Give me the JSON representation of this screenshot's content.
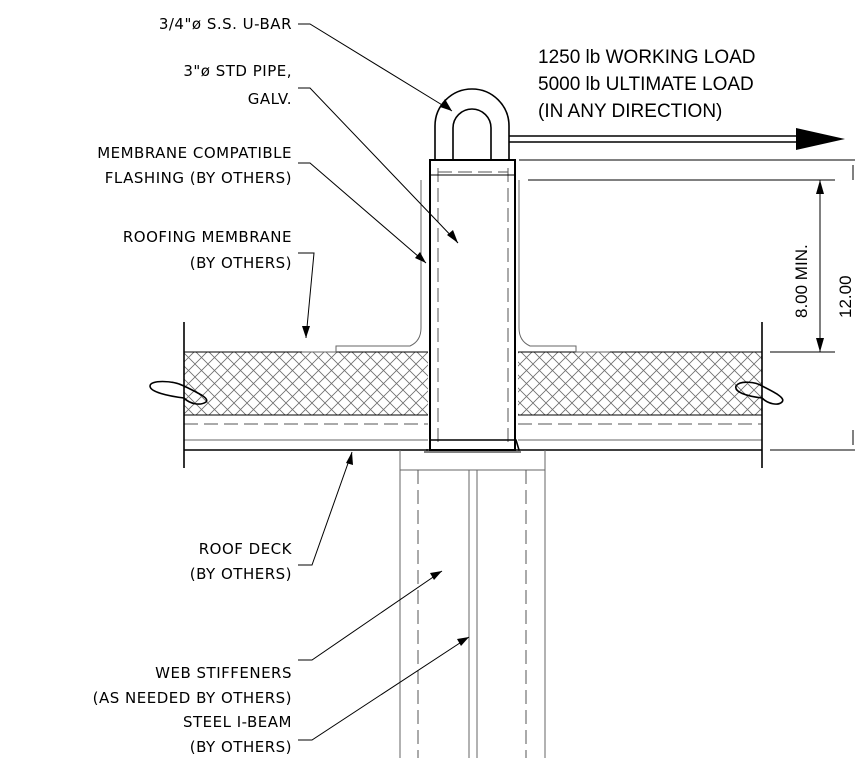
{
  "labels": {
    "ubar": "3/4\"ø S.S. U-BAR",
    "pipe_1": "3\"ø STD PIPE,",
    "pipe_2": "GALV.",
    "flashing_1": "MEMBRANE COMPATIBLE",
    "flashing_2": "FLASHING (BY OTHERS)",
    "membrane_1": "ROOFING MEMBRANE",
    "membrane_2": "(BY OTHERS)",
    "deck_1": "ROOF DECK",
    "deck_2": "(BY OTHERS)",
    "stiff_1": "WEB STIFFENERS",
    "stiff_2": "(AS NEEDED BY OTHERS)",
    "beam_1": "STEEL I-BEAM",
    "beam_2": "(BY OTHERS)"
  },
  "load": {
    "line1": "1250 lb WORKING LOAD",
    "line2": "5000 lb ULTIMATE LOAD",
    "line3": "(IN ANY DIRECTION)"
  },
  "dims": {
    "min": "8.00 MIN.",
    "total": "12.00"
  }
}
